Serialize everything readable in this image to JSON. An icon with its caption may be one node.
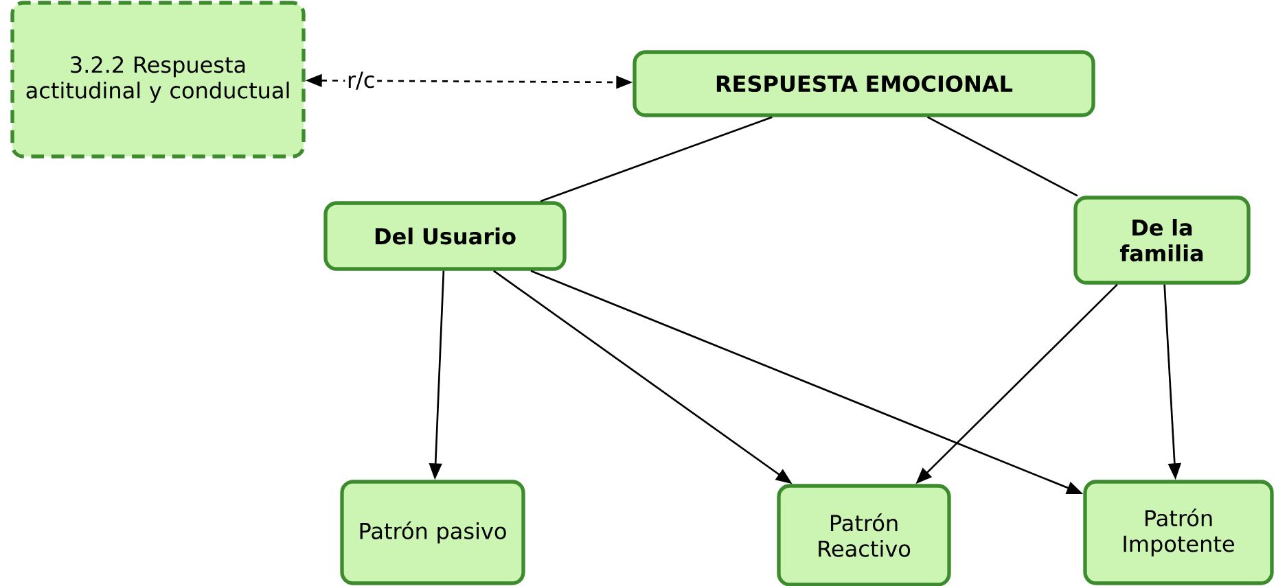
{
  "diagram": {
    "nodes": [
      {
        "text": [
          "3.2.2 Respuesta actitudinal y conductual"
        ]
      },
      {
        "text": [
          "RESPUESTA EMOCIONAL"
        ]
      },
      {
        "text": [
          "Del Usuario"
        ]
      },
      {
        "text": [
          "De la familia"
        ]
      },
      {
        "text": [
          "Patrón pasivo"
        ]
      },
      {
        "text": [
          "Patrón Reactivo"
        ]
      },
      {
        "text": [
          "Patrón Impotente"
        ]
      }
    ],
    "edges": [
      {
        "from": 0,
        "to": 1,
        "arrow": "both",
        "style": "dashed",
        "label": "r/c"
      },
      {
        "from": 1,
        "to": 2,
        "arrow": "none"
      },
      {
        "from": 1,
        "to": 3,
        "arrow": "none"
      },
      {
        "from": 2,
        "to": 4,
        "arrow": "to"
      },
      {
        "from": 2,
        "to": 5,
        "arrow": "to"
      },
      {
        "from": 2,
        "to": 6,
        "arrow": "to"
      },
      {
        "from": 3,
        "to": 5,
        "arrow": "to"
      },
      {
        "from": 3,
        "to": 6,
        "arrow": "to"
      }
    ]
  }
}
